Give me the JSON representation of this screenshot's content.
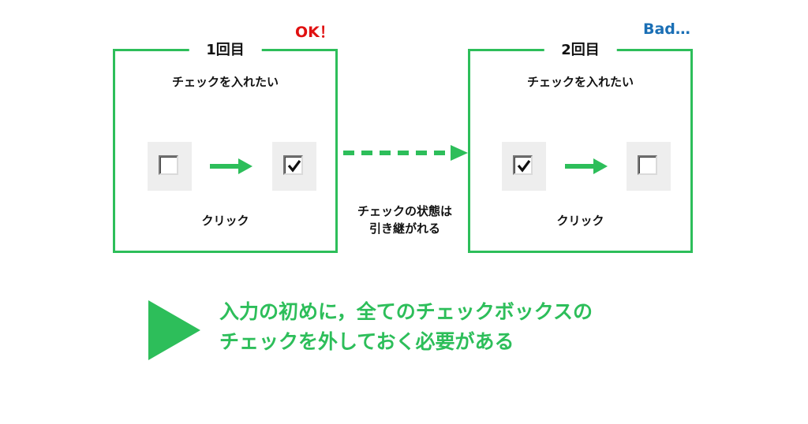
{
  "status_ok": "OK！",
  "status_bad": "Bad…",
  "panel1": {
    "title": "1回目",
    "subtitle": "チェックを入れたい",
    "click_label": "クリック",
    "before_checked": false,
    "after_checked": true
  },
  "panel2": {
    "title": "2回目",
    "subtitle": "チェックを入れたい",
    "click_label": "クリック",
    "before_checked": true,
    "after_checked": false
  },
  "transfer": {
    "line1": "チェックの状態は",
    "line2": "引き継がれる"
  },
  "conclusion": {
    "line1": "入力の初めに，全てのチェックボックスの",
    "line2": "チェックを外しておく必要がある"
  },
  "colors": {
    "accent": "#2dbe5a",
    "ok": "#e01010",
    "bad": "#1a6fb5"
  },
  "icons": {
    "arrow": "right-arrow-icon",
    "dashed_arrow": "dashed-right-arrow-icon",
    "play": "play-triangle-icon",
    "checkbox_checked": "checkbox-checked-icon",
    "checkbox_unchecked": "checkbox-unchecked-icon"
  }
}
